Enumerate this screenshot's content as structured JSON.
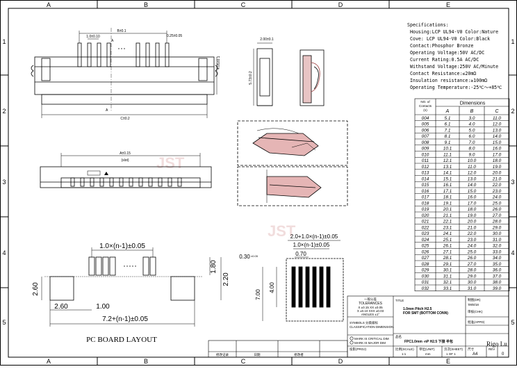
{
  "border": {
    "cols": [
      "A",
      "B",
      "C",
      "D",
      "E"
    ],
    "rows": [
      "1",
      "2",
      "3",
      "4",
      "5"
    ]
  },
  "specs": {
    "title": "Specifications:",
    "lines": [
      "Housing:LCP UL94-V0 Color:Nature",
      "Cove: LCP UL94-V0 Color:Black",
      "Contact:Phosphor Bronze",
      "Operating Voltage:50V AC/DC",
      "Current Rating:0.5A AC/DC",
      "Withstand Voltage:250V AC/Minute",
      "Contact Resistance:≤20mΩ",
      "Insulation resistance:≥100mΩ",
      "Operating Temperature:-25℃～+85℃"
    ]
  },
  "dimtable": {
    "no_label": "NO. of",
    "no_label2": "Contacts",
    "no_label3": "(n)",
    "dims_label": "Dimensions",
    "col_a": "A",
    "col_b": "B",
    "col_c": "C",
    "rows": [
      [
        "004",
        "5.1",
        "3.0",
        "11.0"
      ],
      [
        "005",
        "6.1",
        "4.0",
        "12.0"
      ],
      [
        "006",
        "7.1",
        "5.0",
        "13.0"
      ],
      [
        "007",
        "8.1",
        "6.0",
        "14.0"
      ],
      [
        "008",
        "9.1",
        "7.0",
        "15.0"
      ],
      [
        "009",
        "10.1",
        "8.0",
        "16.0"
      ],
      [
        "010",
        "11.1",
        "9.0",
        "17.0"
      ],
      [
        "011",
        "12.1",
        "10.0",
        "18.0"
      ],
      [
        "012",
        "13.1",
        "11.0",
        "19.0"
      ],
      [
        "013",
        "14.1",
        "12.0",
        "20.0"
      ],
      [
        "014",
        "15.1",
        "13.0",
        "21.0"
      ],
      [
        "015",
        "16.1",
        "14.0",
        "22.0"
      ],
      [
        "016",
        "17.1",
        "15.0",
        "23.0"
      ],
      [
        "017",
        "18.1",
        "16.0",
        "24.0"
      ],
      [
        "018",
        "19.1",
        "17.0",
        "25.0"
      ],
      [
        "019",
        "20.1",
        "18.0",
        "26.0"
      ],
      [
        "020",
        "21.1",
        "19.0",
        "27.0"
      ],
      [
        "021",
        "22.1",
        "20.0",
        "28.0"
      ],
      [
        "022",
        "23.1",
        "21.0",
        "29.0"
      ],
      [
        "023",
        "24.1",
        "22.0",
        "30.0"
      ],
      [
        "024",
        "25.1",
        "23.0",
        "31.0"
      ],
      [
        "025",
        "26.1",
        "24.0",
        "32.0"
      ],
      [
        "026",
        "27.1",
        "25.0",
        "33.0"
      ],
      [
        "027",
        "28.1",
        "26.0",
        "34.0"
      ],
      [
        "028",
        "29.1",
        "27.0",
        "35.0"
      ],
      [
        "029",
        "30.1",
        "28.0",
        "36.0"
      ],
      [
        "030",
        "31.1",
        "29.0",
        "37.0"
      ],
      [
        "031",
        "32.1",
        "30.0",
        "38.0"
      ],
      [
        "032",
        "33.1",
        "31.0",
        "39.0"
      ]
    ]
  },
  "pcb": {
    "pitch_dim": "1.0×(n-1)±0.05",
    "dim_180": "1.80",
    "dim_220": "2.20",
    "dim_260_v": "2.60",
    "dim_260_h": "2.60",
    "dim_100": "1.00",
    "dim_total": "7.2+(n-1)±0.05",
    "caption": "PC BOARD LAYOUT"
  },
  "ffc": {
    "dim_top": "2.0+1.0×(n-1)±0.05",
    "dim_pitch": "1.0×(n-1)±0.05",
    "dim_030": "0.30",
    "dim_tol": "±0.05",
    "dim_070": "0.70",
    "dim_700": "7.00",
    "dim_400": "4.00"
  },
  "topview": {
    "dim_a": "B±0.1",
    "dim_pitch": "1.0±0.10",
    "dim_pin": "0.25±0.05",
    "dim_c": "C±0.2",
    "dim_a2": "A±0.15",
    "slot": "(slot)",
    "dim_h": "4.05±0.1"
  },
  "sideview": {
    "dim_w": "2.00±0.1",
    "dim_h": "5.73±0.2"
  },
  "title_block": {
    "tol_title": "一般公差",
    "tol_en": "TOLERANCES",
    "tol_line1": "X ±0.15  XX ±0.05",
    "tol_line2": "X ±0.10  XXX ±0.03",
    "tol_angle": "ANGLES  ±1°",
    "symbol_label": "SYMBOLS 分类级标",
    "symbol_en": "CLASSIFICATION DIMENSION",
    "critical": "MARK IS CRITICAL DIM",
    "major": "MARK IS MAJOR DIM",
    "title_label": "TITLE",
    "title_line1": "1.0mm Pitch H2.5",
    "title_line2": "FOR SMT (BOTTOM CONN)",
    "name_label": "品名",
    "name_value": "FPC1.0mm -nP H2.5 下接 半包",
    "drawn_label": "制图(DR)",
    "drawn_date": "'09/8/18",
    "check_label": "审核(CHK)",
    "approve_label": "批准(APPD)",
    "approve_value": "Rigo Lu",
    "ratio_label": "比例(SCALE)",
    "ratio_value": "1:1",
    "unit_label": "单位(UNIT)",
    "unit_value": "mm",
    "sheet_label": "页次(SHEET)",
    "sheet_value": "1  OF  1",
    "size_label": "尺寸",
    "size_value": "A4",
    "rev_label": "REV",
    "rev_value": "0",
    "proj_label": "投影(PROJ)",
    "rev_hist": "修改记录",
    "rev_date": "日期",
    "rev_by": "修改者"
  },
  "watermark": "JST"
}
